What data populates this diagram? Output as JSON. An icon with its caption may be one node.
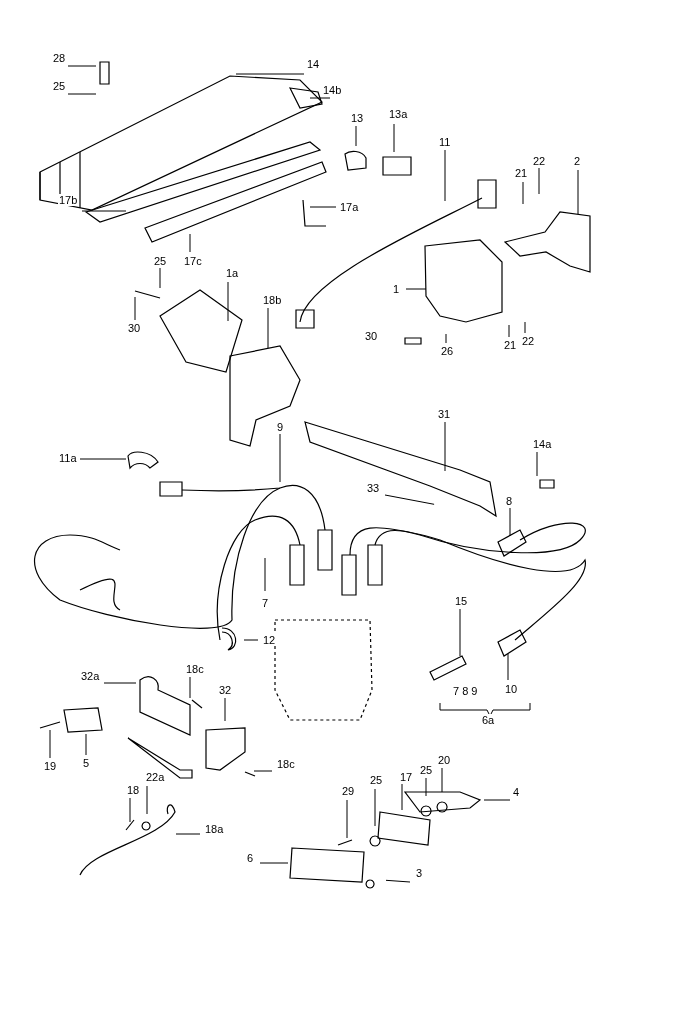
{
  "diagram": {
    "nodes": [
      {
        "text": [
          "28"
        ]
      },
      {
        "text": [
          "25"
        ]
      },
      {
        "text": [
          "14"
        ]
      },
      {
        "text": [
          "14b"
        ]
      },
      {
        "text": [
          "13"
        ]
      },
      {
        "text": [
          "13a"
        ]
      },
      {
        "text": [
          "11"
        ]
      },
      {
        "text": [
          "21"
        ]
      },
      {
        "text": [
          "22"
        ]
      },
      {
        "text": [
          "2"
        ]
      },
      {
        "text": [
          "17b"
        ]
      },
      {
        "text": [
          "17a"
        ]
      },
      {
        "text": [
          "17c"
        ]
      },
      {
        "text": [
          "25"
        ]
      },
      {
        "text": [
          "1a"
        ]
      },
      {
        "text": [
          "30"
        ]
      },
      {
        "text": [
          "18b"
        ]
      },
      {
        "text": [
          "1"
        ]
      },
      {
        "text": [
          "26"
        ]
      },
      {
        "text": [
          "21"
        ]
      },
      {
        "text": [
          "22"
        ]
      },
      {
        "text": [
          "9"
        ]
      },
      {
        "text": [
          "31"
        ]
      },
      {
        "text": [
          "11a"
        ]
      },
      {
        "text": [
          "14a"
        ]
      },
      {
        "text": [
          "33"
        ]
      },
      {
        "text": [
          "8"
        ]
      },
      {
        "text": [
          "7"
        ]
      },
      {
        "text": [
          "15"
        ]
      },
      {
        "text": [
          "12"
        ]
      },
      {
        "text": [
          "10"
        ]
      },
      {
        "text": [
          "32a"
        ]
      },
      {
        "text": [
          "18c"
        ]
      },
      {
        "text": [
          "32"
        ]
      },
      {
        "text": [
          "19"
        ]
      },
      {
        "text": [
          "5"
        ]
      },
      {
        "text": [
          "18c"
        ]
      },
      {
        "text": [
          "22a"
        ]
      },
      {
        "text": [
          "18"
        ]
      },
      {
        "text": [
          "18a"
        ]
      },
      {
        "text": [
          "17"
        ]
      },
      {
        "text": [
          "25"
        ]
      },
      {
        "text": [
          "20"
        ]
      },
      {
        "text": [
          "4"
        ]
      },
      {
        "text": [
          "29"
        ]
      },
      {
        "text": [
          "25"
        ]
      },
      {
        "text": [
          "6"
        ]
      },
      {
        "text": [
          "3"
        ]
      },
      {
        "text": [
          "30"
        ]
      },
      {
        "text": [
          "6a"
        ]
      }
    ],
    "edges": [
      {
        "from": 0,
        "to": null,
        "arrow": "none"
      },
      {
        "from": 1,
        "to": null,
        "arrow": "none"
      },
      {
        "from": 2,
        "to": null,
        "arrow": "none"
      },
      {
        "from": 3,
        "to": null,
        "arrow": "none"
      },
      {
        "from": 4,
        "to": null,
        "arrow": "none"
      },
      {
        "from": 5,
        "to": null,
        "arrow": "none"
      },
      {
        "from": 6,
        "to": null,
        "arrow": "none"
      },
      {
        "from": 7,
        "to": null,
        "arrow": "none"
      },
      {
        "from": 8,
        "to": null,
        "arrow": "none"
      },
      {
        "from": 9,
        "to": null,
        "arrow": "none"
      },
      {
        "from": 10,
        "to": null,
        "arrow": "none"
      },
      {
        "from": 11,
        "to": null,
        "arrow": "none"
      },
      {
        "from": 12,
        "to": null,
        "arrow": "none"
      },
      {
        "from": 13,
        "to": null,
        "arrow": "none"
      },
      {
        "from": 14,
        "to": null,
        "arrow": "none"
      },
      {
        "from": 15,
        "to": null,
        "arrow": "none"
      },
      {
        "from": 16,
        "to": null,
        "arrow": "none"
      },
      {
        "from": 17,
        "to": null,
        "arrow": "none"
      },
      {
        "from": 18,
        "to": null,
        "arrow": "none"
      },
      {
        "from": 19,
        "to": null,
        "arrow": "none"
      },
      {
        "from": 20,
        "to": null,
        "arrow": "none"
      },
      {
        "from": 21,
        "to": null,
        "arrow": "none"
      },
      {
        "from": 22,
        "to": null,
        "arrow": "none"
      },
      {
        "from": 23,
        "to": null,
        "arrow": "none"
      },
      {
        "from": 24,
        "to": null,
        "arrow": "none"
      },
      {
        "from": 25,
        "to": null,
        "arrow": "none"
      },
      {
        "from": 26,
        "to": null,
        "arrow": "none"
      },
      {
        "from": 27,
        "to": null,
        "arrow": "none"
      },
      {
        "from": 28,
        "to": null,
        "arrow": "none"
      },
      {
        "from": 29,
        "to": null,
        "arrow": "none"
      },
      {
        "from": 30,
        "to": null,
        "arrow": "none"
      },
      {
        "from": 31,
        "to": null,
        "arrow": "none"
      },
      {
        "from": 32,
        "to": null,
        "arrow": "none"
      },
      {
        "from": 33,
        "to": null,
        "arrow": "none"
      },
      {
        "from": 34,
        "to": null,
        "arrow": "none"
      },
      {
        "from": 35,
        "to": null,
        "arrow": "none"
      },
      {
        "from": 36,
        "to": null,
        "arrow": "none"
      },
      {
        "from": 37,
        "to": null,
        "arrow": "none"
      },
      {
        "from": 38,
        "to": null,
        "arrow": "none"
      },
      {
        "from": 39,
        "to": null,
        "arrow": "none"
      },
      {
        "from": 40,
        "to": null,
        "arrow": "none"
      },
      {
        "from": 41,
        "to": null,
        "arrow": "none"
      },
      {
        "from": 42,
        "to": null,
        "arrow": "none"
      },
      {
        "from": 43,
        "to": null,
        "arrow": "none"
      },
      {
        "from": 44,
        "to": null,
        "arrow": "none"
      },
      {
        "from": 45,
        "to": null,
        "arrow": "none"
      },
      {
        "from": 46,
        "to": null,
        "arrow": "none"
      },
      {
        "from": 47,
        "to": null,
        "arrow": "none"
      }
    ],
    "labels": [
      "7 8 9"
    ]
  }
}
